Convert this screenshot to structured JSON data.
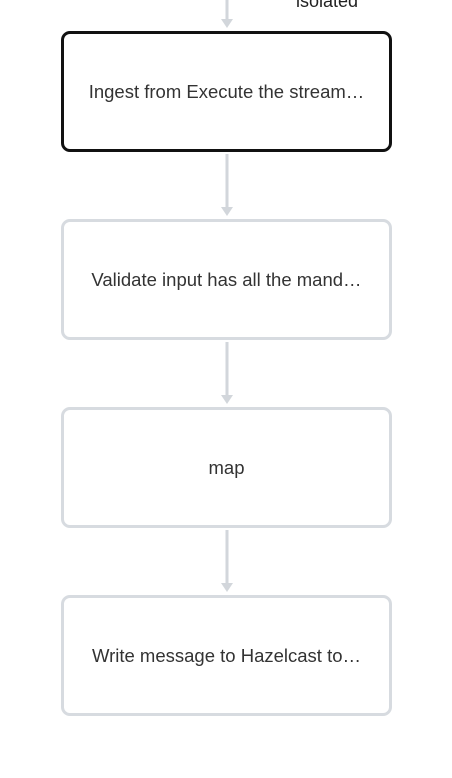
{
  "diagram": {
    "top_edge_label": "isolated",
    "nodes": [
      {
        "id": "ingest",
        "label": "Ingest from Execute the stream…",
        "selected": true
      },
      {
        "id": "validate",
        "label": "Validate input has all the mand…",
        "selected": false
      },
      {
        "id": "map",
        "label": "map",
        "selected": false
      },
      {
        "id": "write",
        "label": "Write message to Hazelcast to…",
        "selected": false
      }
    ],
    "edge_color": "#d2d6db",
    "node_border_color": "#d7dbe0",
    "selected_border_color": "#111111"
  }
}
